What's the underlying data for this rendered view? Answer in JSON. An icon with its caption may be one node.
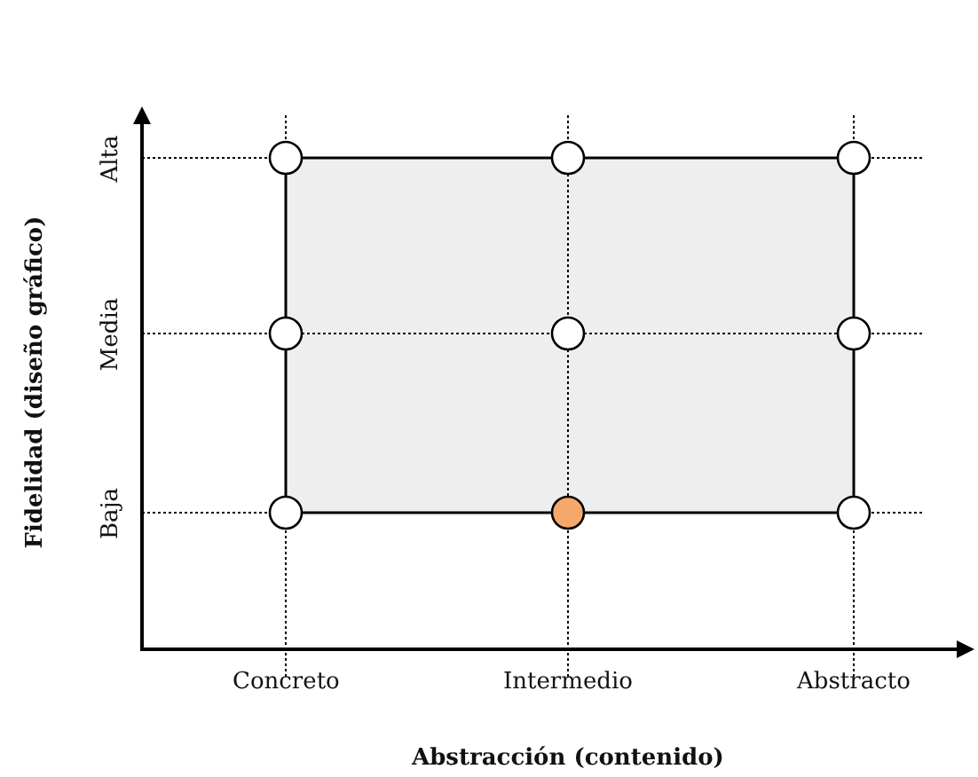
{
  "diagram": {
    "nodes": [
      {
        "text": [],
        "shape": "circle"
      },
      {
        "text": [],
        "shape": "circle"
      },
      {
        "text": [],
        "shape": "circle"
      },
      {
        "text": [],
        "shape": "circle"
      },
      {
        "text": [],
        "shape": "circle"
      },
      {
        "text": [],
        "shape": "circle"
      },
      {
        "text": [],
        "shape": "circle"
      },
      {
        "text": [],
        "shape": "circle"
      },
      {
        "text": [],
        "shape": "circle"
      }
    ],
    "edges": [
      {
        "from": 0,
        "to": 1,
        "arrow": "none"
      },
      {
        "from": 1,
        "to": 2,
        "arrow": "none"
      },
      {
        "from": 0,
        "to": 3,
        "arrow": "none"
      },
      {
        "from": 3,
        "to": 6,
        "arrow": "none"
      },
      {
        "from": 2,
        "to": 5,
        "arrow": "none"
      },
      {
        "from": 5,
        "to": 8,
        "arrow": "none"
      },
      {
        "from": 6,
        "to": 7,
        "arrow": "none"
      },
      {
        "from": 7,
        "to": 8,
        "arrow": "none"
      }
    ],
    "labels": [
      "Alta",
      "Media",
      "Baja",
      "Fidelidad (diseño gráfico)",
      "Concreto",
      "Intermedio",
      "Abstracto",
      "Abstracción (contenido)"
    ]
  }
}
